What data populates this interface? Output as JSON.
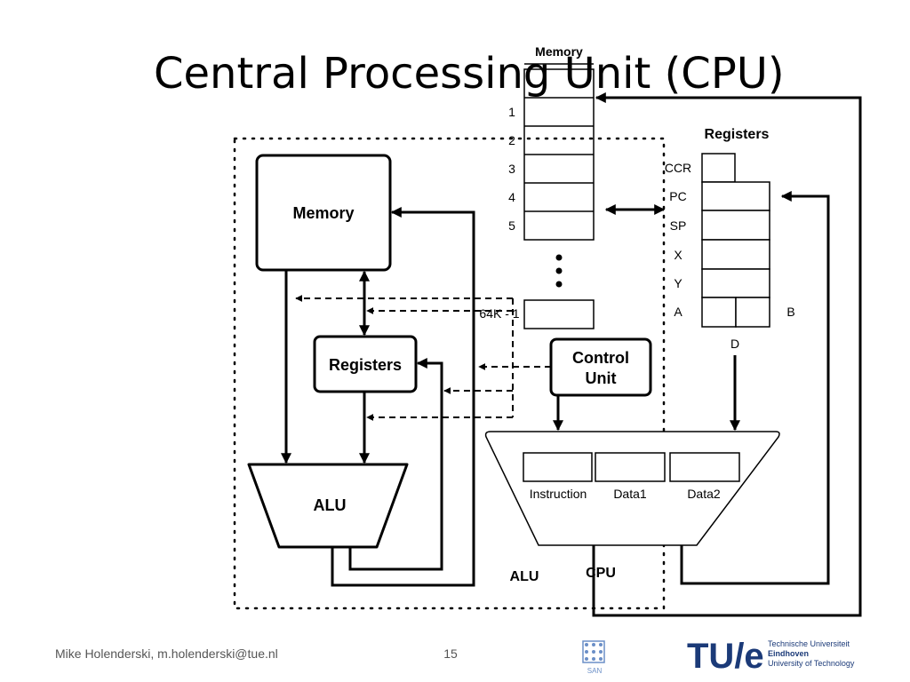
{
  "slide": {
    "title": "Central Processing Unit (CPU)",
    "footer_author": "Mike Holenderski, m.holenderski@tue.nl",
    "page_number": "15"
  },
  "left_diagram": {
    "memory_label": "Memory",
    "registers_label": "Registers",
    "alu_label": "ALU"
  },
  "memory_map": {
    "title": "Memory",
    "addresses": [
      "1",
      "2",
      "3",
      "4",
      "5"
    ],
    "last_address": "64K - 1"
  },
  "registers_panel": {
    "title": "Registers",
    "names": [
      "CCR",
      "PC",
      "SP",
      "X",
      "Y",
      "A"
    ],
    "b_label": "B",
    "d_label": "D"
  },
  "control_unit": {
    "line1": "Control",
    "line2": "Unit"
  },
  "alu_right": {
    "fields": [
      "Instruction",
      "Data1",
      "Data2"
    ],
    "label": "ALU",
    "cpu_label": "CPU"
  },
  "logos": {
    "san_text": "SAN",
    "tue_mark": "TU/e",
    "tue_line1": "Technische Universiteit",
    "tue_line2": "Eindhoven",
    "tue_line3": "University of Technology"
  },
  "colors": {
    "tue_blue": "#1b3a78",
    "san_blue": "#6b8fc7"
  }
}
